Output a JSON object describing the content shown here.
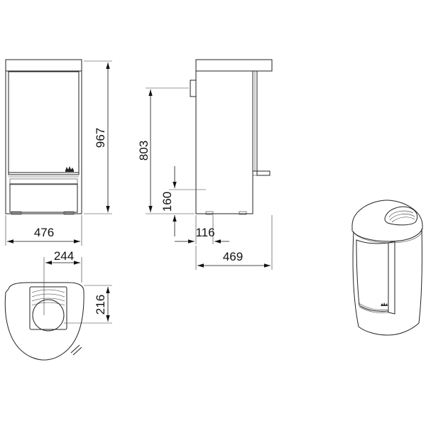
{
  "dimensions": {
    "front_height": "967",
    "front_width": "476",
    "side_flue_height": "803",
    "side_inlet_height": "160",
    "side_inlet_offset": "116",
    "side_depth": "469",
    "top_flue_offset": "244",
    "top_flue_depth": "216"
  },
  "icons": {
    "logo": "flame-logo-icon",
    "arrow": "dimension-arrow-icon"
  },
  "colors": {
    "line": "#222222",
    "background": "#ffffff"
  }
}
